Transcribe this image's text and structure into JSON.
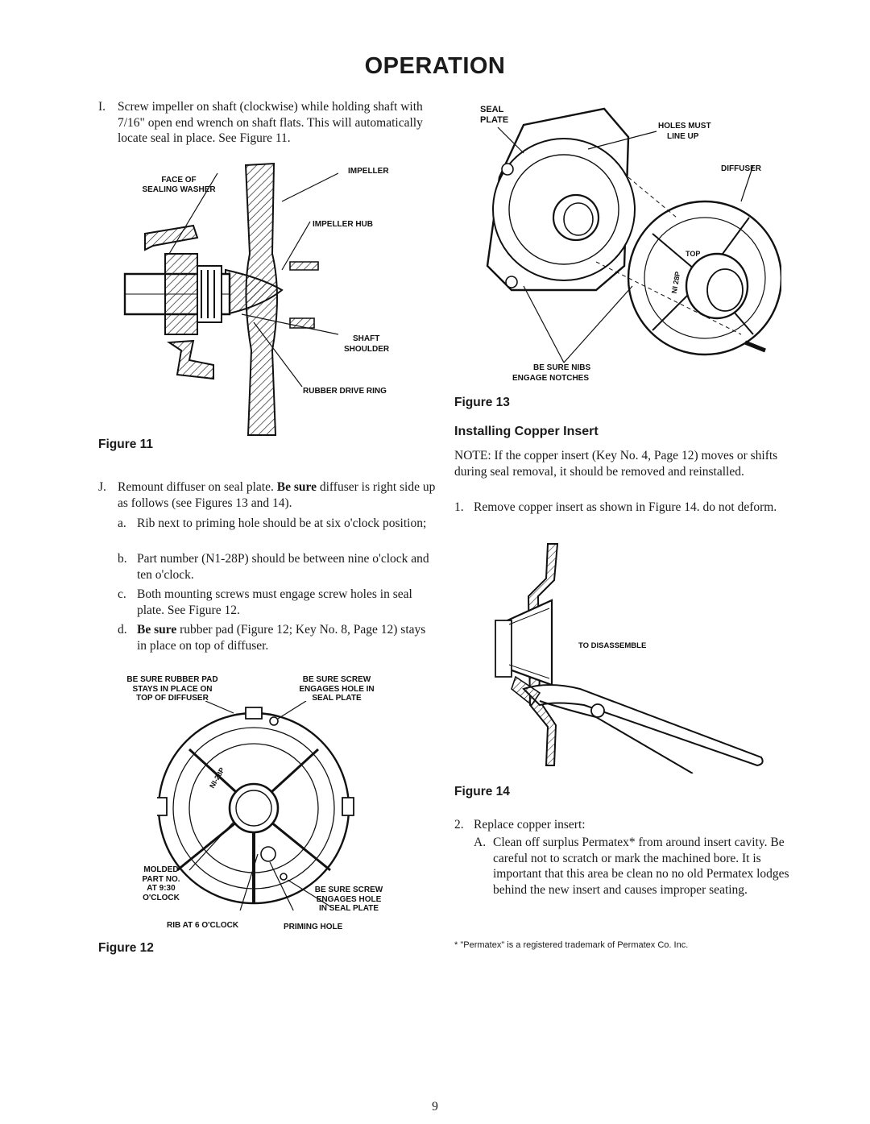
{
  "page": {
    "title": "OPERATION",
    "page_number": "9"
  },
  "left": {
    "step_i": {
      "num": "I.",
      "text": "Screw impeller on shaft (clockwise) while holding shaft with 7/16\" open end wrench on shaft flats. This will automatically locate seal in place. See Figure 11."
    },
    "fig11": {
      "labels": {
        "face_of": "FACE OF",
        "sealing_washer": "SEALING WASHER",
        "impeller": "IMPELLER",
        "impeller_hub": "IMPELLER HUB",
        "shaft": "SHAFT",
        "shoulder": "SHOULDER",
        "rubber_drive_ring": "RUBBER DRIVE RING"
      },
      "caption": "Figure 11"
    },
    "step_j": {
      "num": "J.",
      "text_pre": "Remount diffuser on seal plate. ",
      "text_bold": "Be sure",
      "text_post": " diffuser is right side up as follows (see Figures 13 and 14)."
    },
    "substeps": [
      {
        "letter": "a.",
        "text": "Rib next to priming hole should be at six o'clock position;"
      },
      {
        "letter": "b.",
        "text": "Part number (N1-28P) should be between nine o'clock and ten o'clock."
      },
      {
        "letter": "c.",
        "text": "Both mounting screws must engage screw holes in seal plate. See Figure 12."
      }
    ],
    "substep_d": {
      "letter": "d.",
      "bold": "Be sure",
      "text": " rubber pad (Figure 12; Key No. 8, Page 12) stays in place on top of diffuser."
    },
    "fig12": {
      "labels": {
        "rubber_pad": [
          "BE SURE RUBBER PAD",
          "STAYS IN PLACE ON",
          "TOP OF DIFFUSER"
        ],
        "screw_top": [
          "BE SURE SCREW",
          "ENGAGES HOLE IN",
          "SEAL PLATE"
        ],
        "molded": [
          "MOLDED",
          "PART NO.",
          "AT 9:30",
          "O'CLOCK"
        ],
        "screw_bottom": [
          "BE SURE SCREW",
          "ENGAGES HOLE",
          "IN SEAL PLATE"
        ],
        "rib": "RIB AT 6 O'CLOCK",
        "priming": "PRIMING HOLE",
        "part_mark": "NI-28P"
      },
      "caption": "Figure 12"
    }
  },
  "right": {
    "fig13": {
      "labels": {
        "seal": "SEAL",
        "plate": "PLATE",
        "holes_must": "HOLES MUST",
        "line_up": "LINE UP",
        "diffuser": "DIFFUSER",
        "top": "TOP",
        "part_mark": "NI 28P",
        "be_sure_nibs": "BE SURE NIBS",
        "engage_notches": "ENGAGE NOTCHES"
      },
      "caption": "Figure 13"
    },
    "section_heading": "Installing Copper Insert",
    "note": {
      "label": "NOTE:",
      "text": " If the copper insert (Key No. 4, Page 12) moves or shifts during seal removal, it should be removed and reinstalled."
    },
    "step1": {
      "num": "1.",
      "text": "Remove copper insert as shown in Figure 14. do not deform."
    },
    "fig14": {
      "labels": {
        "to_disassemble": "TO DISASSEMBLE"
      },
      "caption": "Figure 14"
    },
    "step2": {
      "num": "2.",
      "text": "Replace copper insert:"
    },
    "step2a": {
      "letter": "A.",
      "text": "Clean off surplus Permatex* from around insert cavity. Be careful not to scratch or mark the machined bore. It is important that this area be clean no no old Permatex lodges behind the new insert and causes improper seating."
    },
    "footnote": "* \"Permatex\" is a registered trademark of Permatex Co. Inc."
  }
}
